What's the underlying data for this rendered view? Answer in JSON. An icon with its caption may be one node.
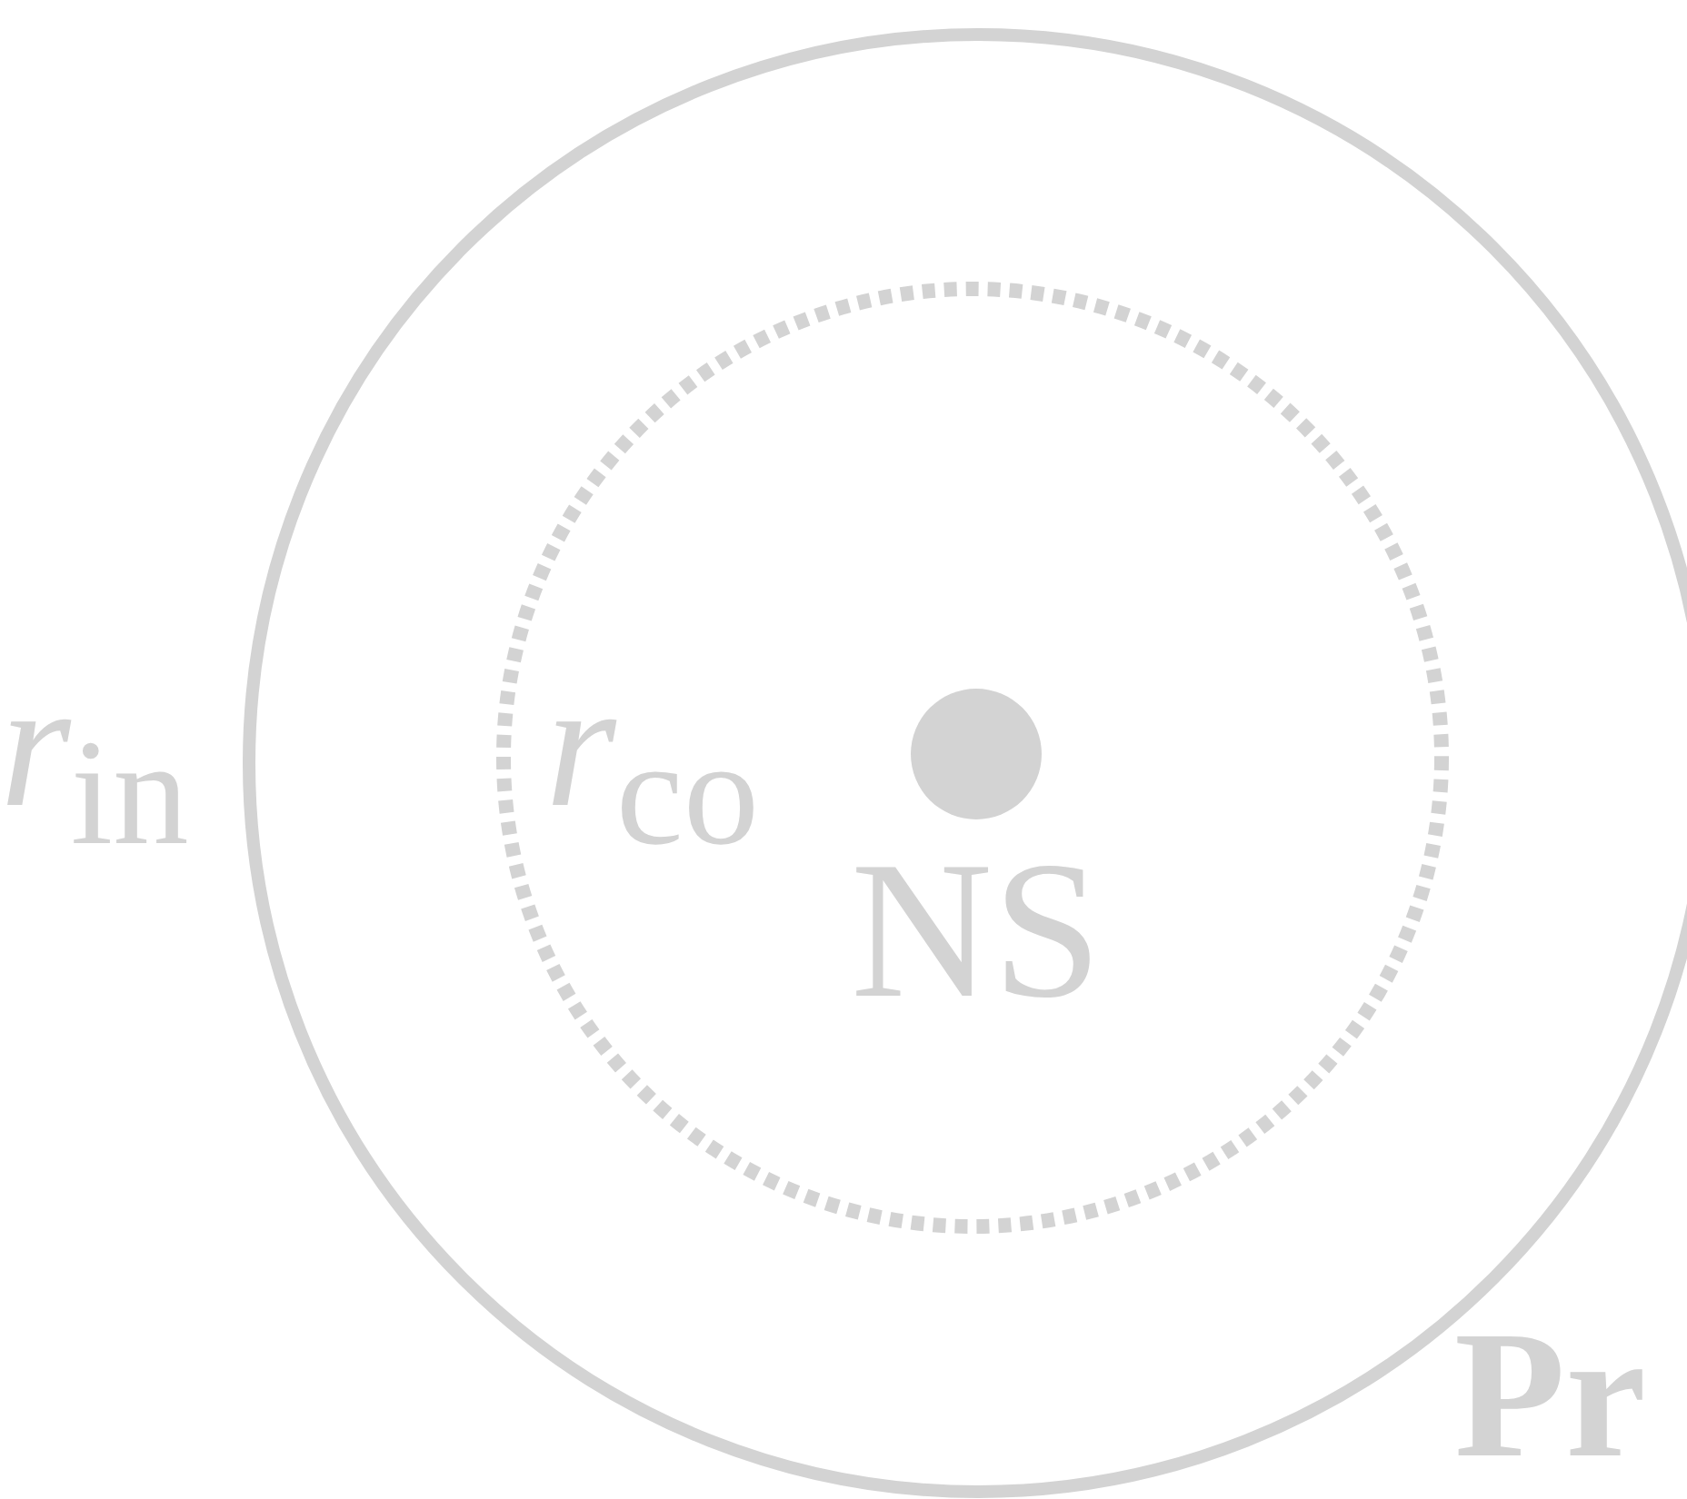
{
  "diagram": {
    "nodes": [
      {
        "text": [],
        "shape": "circle"
      },
      {
        "text": [],
        "shape": "circle",
        "in": 0
      },
      {
        "text": [
          "NS"
        ],
        "in": 1
      }
    ],
    "labels": [
      "*r*$_{in}$",
      "*r*$_{co}$",
      "Pr"
    ]
  }
}
